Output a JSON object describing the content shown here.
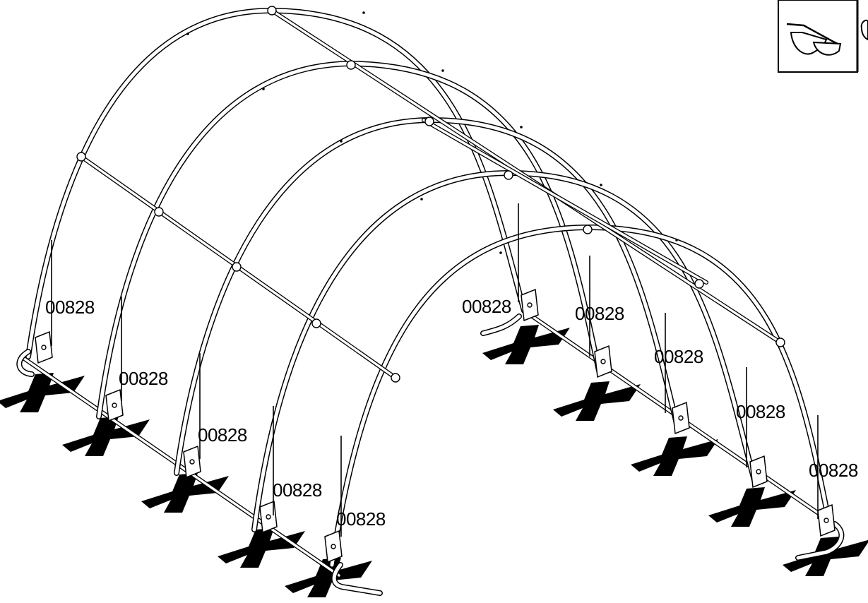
{
  "part_labels": [
    "00828",
    "00828",
    "00828",
    "00828",
    "00828",
    "00828",
    "00828",
    "00828",
    "00828",
    "00828"
  ],
  "safety_icons": [
    "safety-glasses-icon",
    "gloves-icon"
  ]
}
